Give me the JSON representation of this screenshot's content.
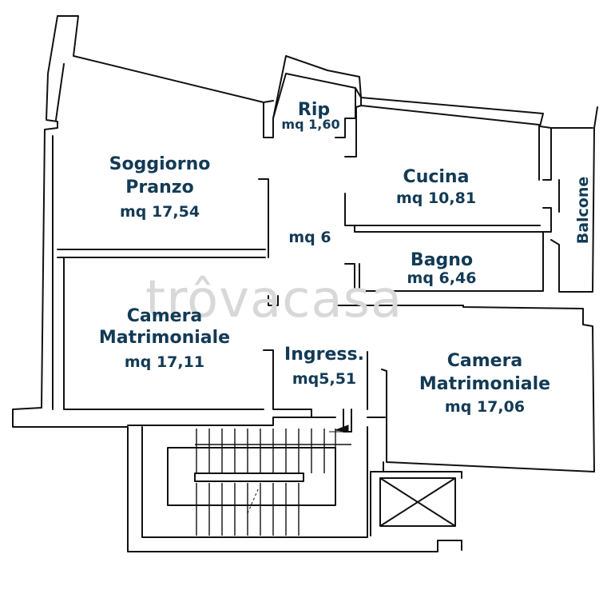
{
  "rooms": {
    "soggiorno": {
      "name_line1": "Soggiorno",
      "name_line2": "Pranzo",
      "area": "mq 17,54"
    },
    "rip": {
      "name": "Rip",
      "area": "mq 1,60"
    },
    "cucina": {
      "name": "Cucina",
      "area": "mq 10,81"
    },
    "corridoio": {
      "area": "mq 6"
    },
    "bagno": {
      "name": "Bagno",
      "area": "mq 6,46"
    },
    "camera_left": {
      "name_line1": "Camera",
      "name_line2": "Matrimoniale",
      "area": "mq 17,11"
    },
    "ingresso": {
      "name": "Ingress.",
      "area": "mq5,51"
    },
    "camera_right": {
      "name_line1": "Camera",
      "name_line2": "Matrimoniale",
      "area": "mq 17,06"
    },
    "balcone": {
      "name": "Balcone"
    }
  },
  "watermark": "trôvacasa",
  "colors": {
    "label": "#123a55",
    "wall": "#111111",
    "watermark": "#d8d8d8"
  }
}
